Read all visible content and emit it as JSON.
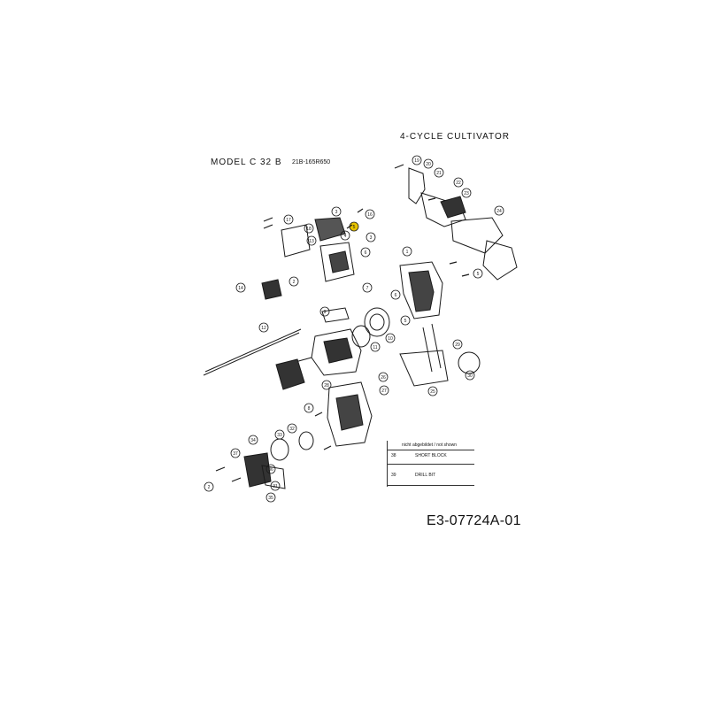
{
  "document": {
    "product_type": "4-CYCLE CULTIVATOR",
    "model": "MODEL C 32 B",
    "model_code": "21B-165R650",
    "drawing_number": "E3-07724A-01"
  },
  "legend": {
    "header": "nicht abgebildet / not shown",
    "items": [
      {
        "number": "38",
        "description": "SHORT BLOCK"
      },
      {
        "number": "39",
        "description": "DRILL BIT"
      }
    ]
  },
  "callouts": [
    "1",
    "2",
    "3",
    "4",
    "5",
    "6",
    "7",
    "8",
    "9",
    "10",
    "11",
    "12",
    "13",
    "14",
    "15",
    "16",
    "17",
    "18",
    "19",
    "20",
    "21",
    "22",
    "23",
    "24",
    "25",
    "26",
    "27",
    "28",
    "29",
    "30",
    "31",
    "32",
    "33",
    "34",
    "35",
    "36",
    "37"
  ],
  "colors": {
    "ink": "#1a1a1a",
    "paper": "#ffffff",
    "callout_highlight": "#e8c400"
  }
}
